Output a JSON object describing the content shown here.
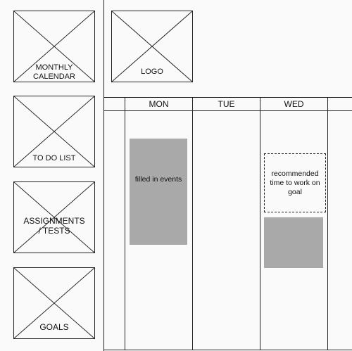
{
  "sidebar": {
    "panels": [
      {
        "label": "MONTHLY CALENDAR"
      },
      {
        "label": "TO DO LIST"
      },
      {
        "label": "ASSIGNMENTS / TESTS"
      },
      {
        "label": "GOALS"
      }
    ]
  },
  "header": {
    "logo_label": "LOGO"
  },
  "calendar": {
    "days": [
      "MON",
      "TUE",
      "WED"
    ],
    "events": [
      {
        "day": "MON",
        "label": "filled in events"
      },
      {
        "day": "WED",
        "label": ""
      }
    ],
    "recommended": {
      "day": "WED",
      "label": "recommended time to work on goal"
    }
  },
  "colors": {
    "line": "#222222",
    "background": "#fafafa",
    "event_fill": "#a9a9a9"
  }
}
